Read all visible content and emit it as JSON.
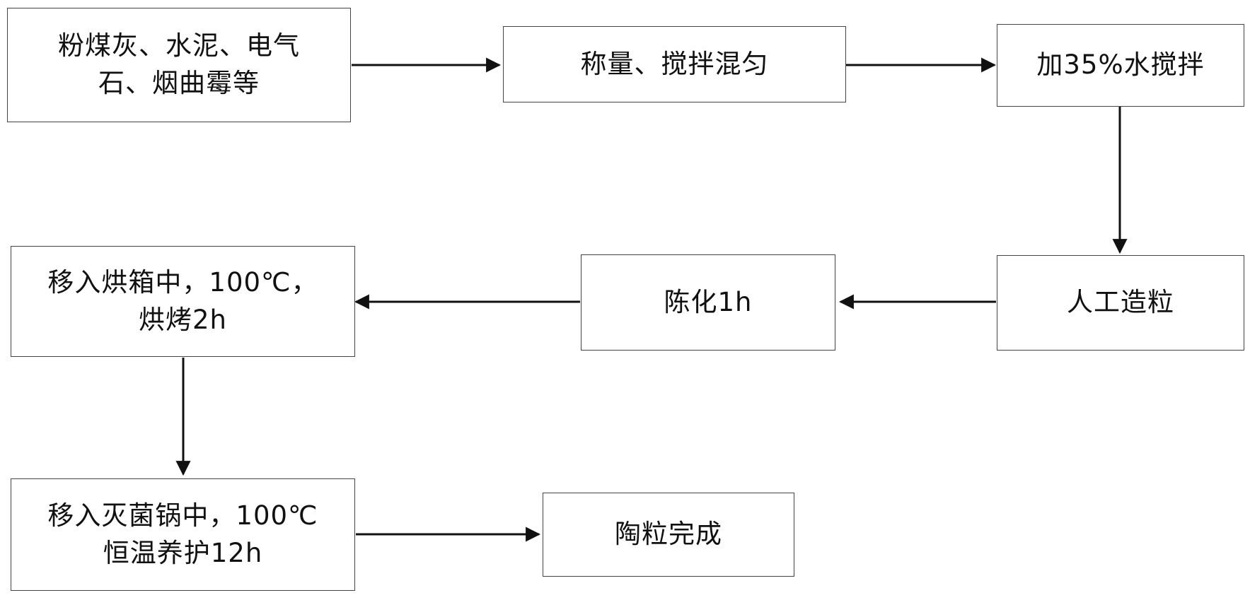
{
  "diagram": {
    "nodes": [
      {
        "id": "raw-materials",
        "label": "粉煤灰、水泥、电气\n石、烟曲霉等"
      },
      {
        "id": "weigh-mix",
        "label": "称量、搅拌混匀"
      },
      {
        "id": "add-water",
        "label": "加35%水搅拌"
      },
      {
        "id": "granulate",
        "label": "人工造粒"
      },
      {
        "id": "aging",
        "label": "陈化1h"
      },
      {
        "id": "oven-dry",
        "label": "移入烘箱中，100℃，\n烘烤2h"
      },
      {
        "id": "sterilize",
        "label": "移入灭菌锅中，100℃\n恒温养护12h"
      },
      {
        "id": "done",
        "label": "陶粒完成"
      }
    ],
    "edges": [
      {
        "from": "raw-materials",
        "to": "weigh-mix"
      },
      {
        "from": "weigh-mix",
        "to": "add-water"
      },
      {
        "from": "add-water",
        "to": "granulate"
      },
      {
        "from": "granulate",
        "to": "aging"
      },
      {
        "from": "aging",
        "to": "oven-dry"
      },
      {
        "from": "oven-dry",
        "to": "sterilize"
      },
      {
        "from": "sterilize",
        "to": "done"
      }
    ]
  }
}
